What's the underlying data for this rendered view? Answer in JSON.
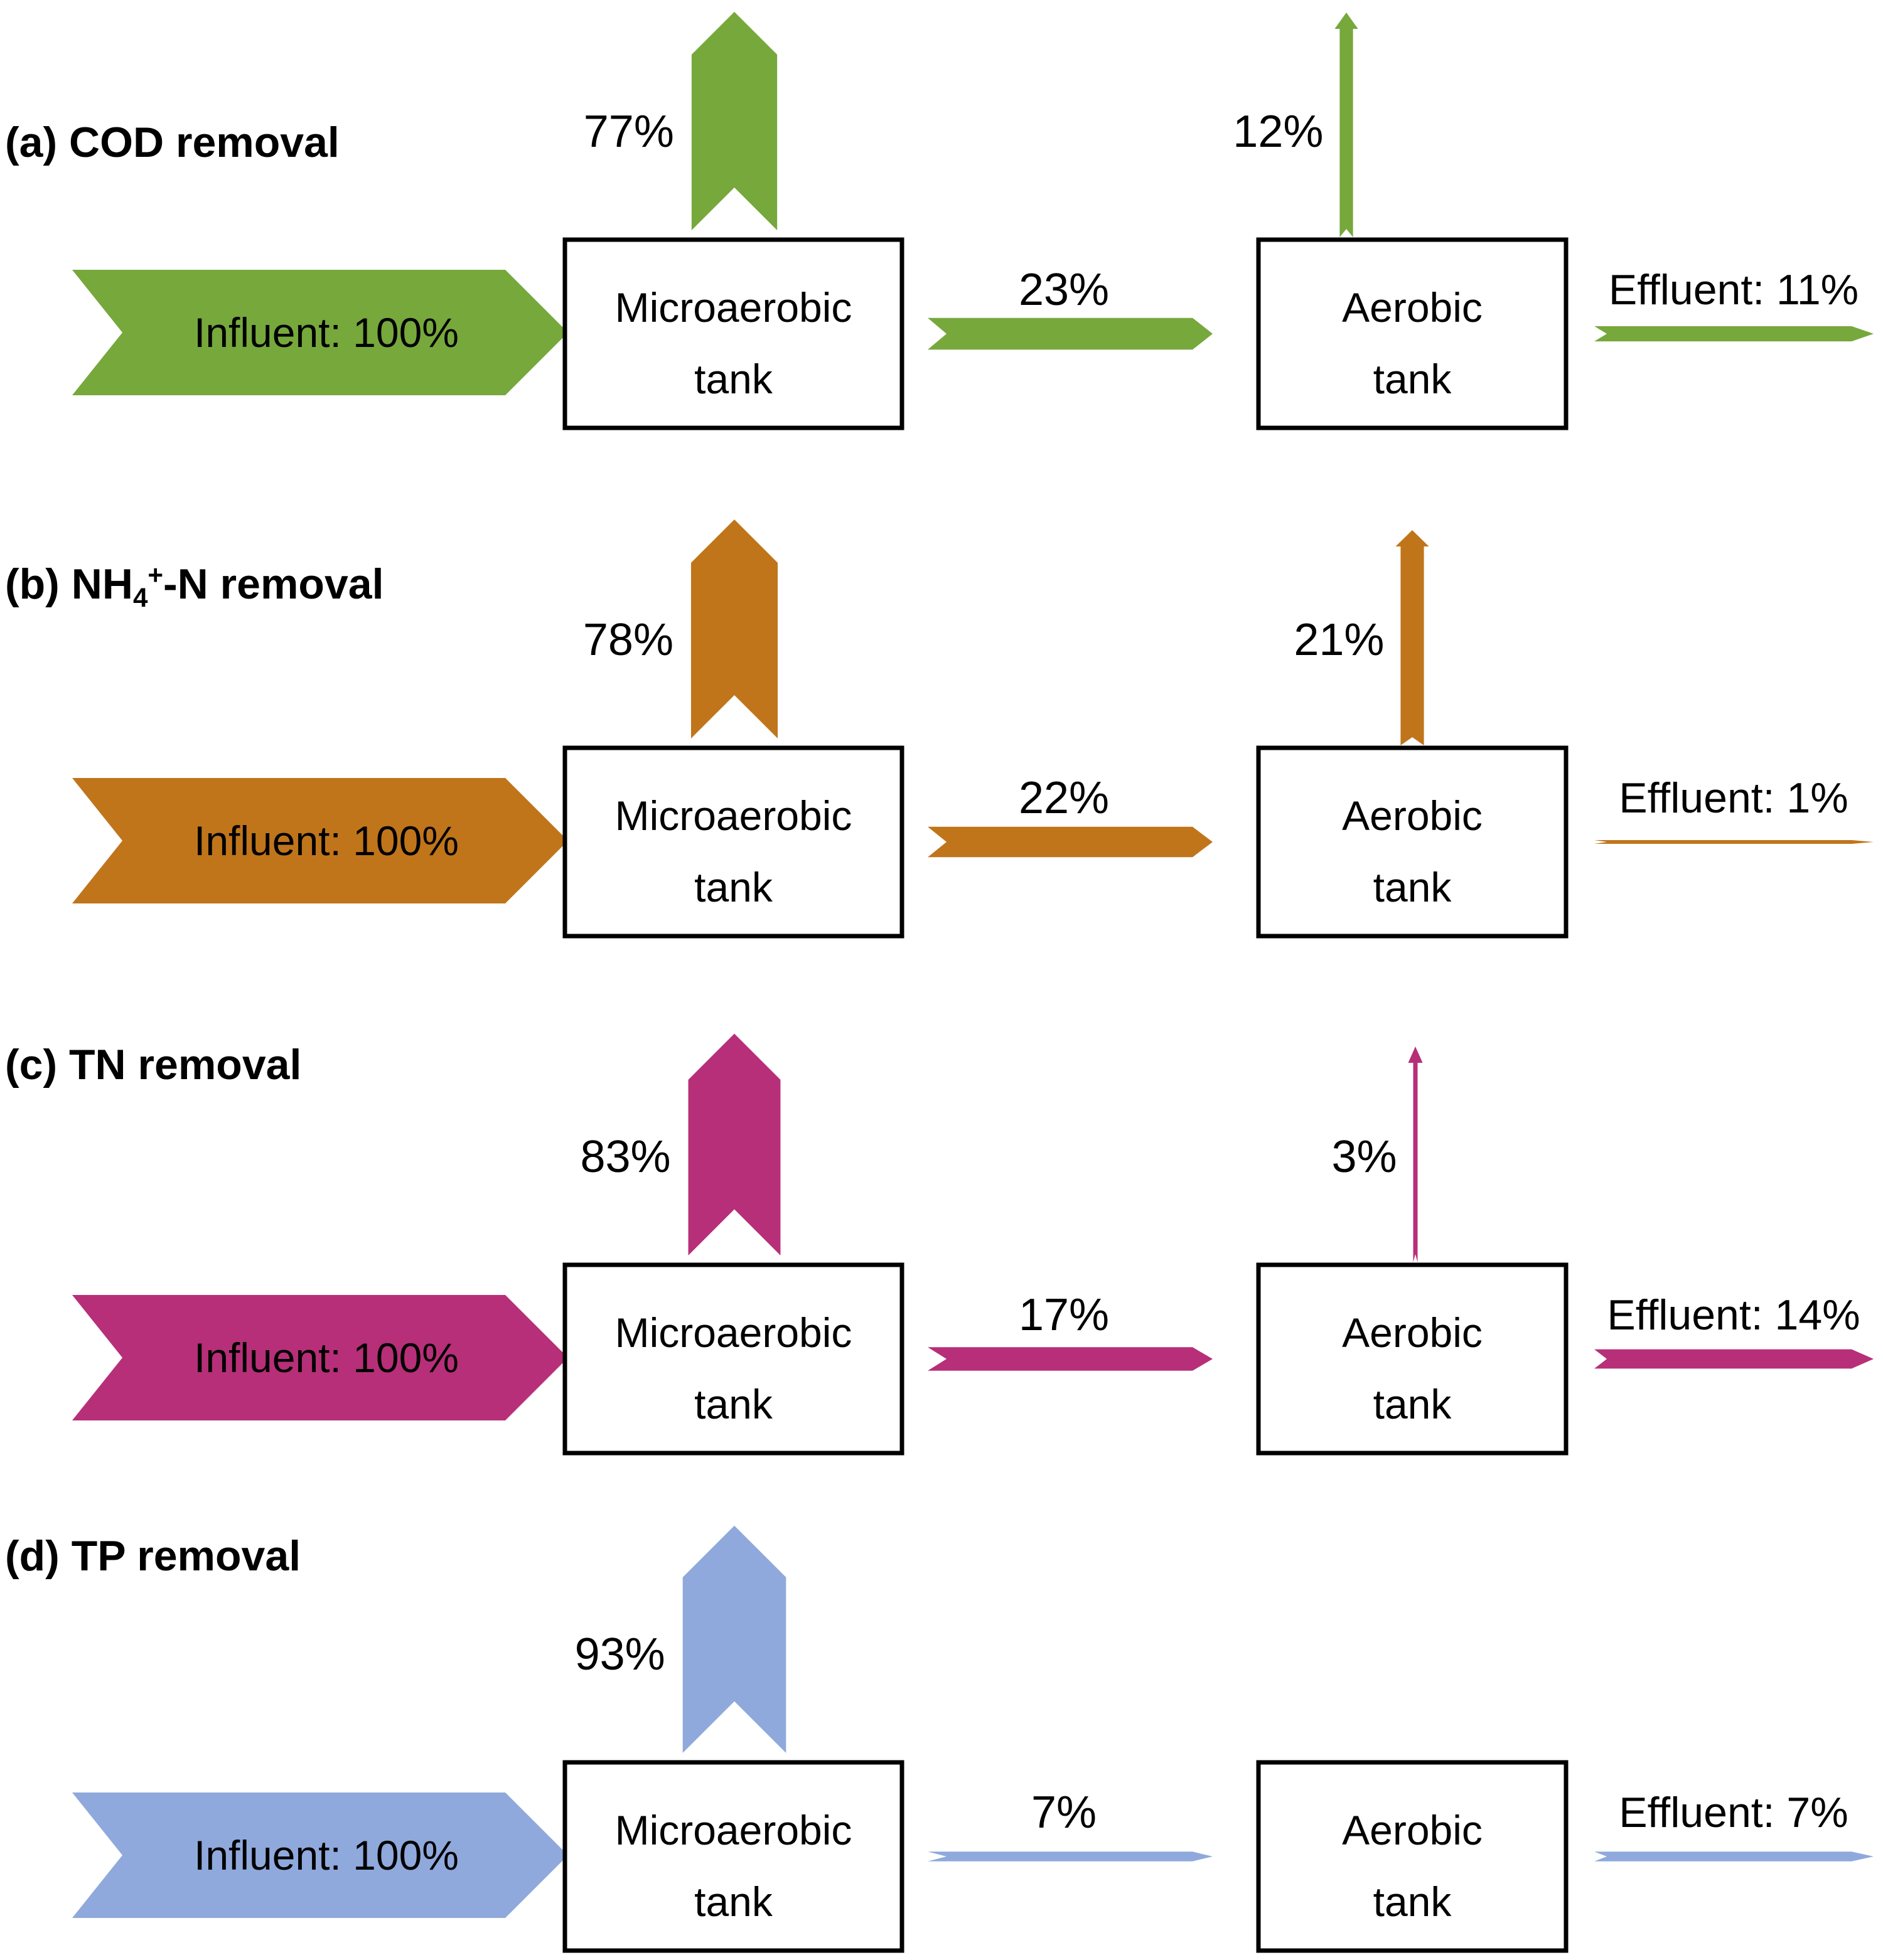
{
  "figure": {
    "background_color": "#ffffff",
    "box_border_color": "#000000",
    "text_color": "#000000",
    "tank_labels": {
      "microaerobic_line1": "Microaerobic",
      "microaerobic_line2": "tank",
      "aerobic_line1": "Aerobic",
      "aerobic_line2": "tank"
    },
    "panels": [
      {
        "id": "a",
        "title_segments": [
          {
            "text": "(a) COD removal",
            "style": "normal"
          }
        ],
        "accent_color": "#76A83C",
        "influent": {
          "label": "Influent: 100%",
          "pct": 100
        },
        "microaerobic_removal": {
          "label": "77%",
          "pct": 77
        },
        "to_aerobic": {
          "label": "23%",
          "pct": 23
        },
        "aerobic_removal": {
          "label": "12%",
          "pct": 12
        },
        "effluent": {
          "label": "Effluent: 11%",
          "pct": 11
        }
      },
      {
        "id": "b",
        "title_segments": [
          {
            "text": "(b) NH",
            "style": "normal"
          },
          {
            "text": "4",
            "style": "sub"
          },
          {
            "text": "+",
            "style": "sup"
          },
          {
            "text": "-N removal",
            "style": "normal"
          }
        ],
        "accent_color": "#C0751B",
        "influent": {
          "label": "Influent: 100%",
          "pct": 100
        },
        "microaerobic_removal": {
          "label": "78%",
          "pct": 78
        },
        "to_aerobic": {
          "label": "22%",
          "pct": 22
        },
        "aerobic_removal": {
          "label": "21%",
          "pct": 21
        },
        "effluent": {
          "label": "Effluent: 1%",
          "pct": 1
        }
      },
      {
        "id": "c",
        "title_segments": [
          {
            "text": "(c) TN removal",
            "style": "normal"
          }
        ],
        "accent_color": "#B72F78",
        "influent": {
          "label": "Influent: 100%",
          "pct": 100
        },
        "microaerobic_removal": {
          "label": "83%",
          "pct": 83
        },
        "to_aerobic": {
          "label": "17%",
          "pct": 17
        },
        "aerobic_removal": {
          "label": "3%",
          "pct": 3
        },
        "effluent": {
          "label": "Effluent: 14%",
          "pct": 14
        }
      },
      {
        "id": "d",
        "title_segments": [
          {
            "text": "(d) TP removal",
            "style": "normal"
          }
        ],
        "accent_color": "#8FA9DC",
        "influent": {
          "label": "Influent: 100%",
          "pct": 100
        },
        "microaerobic_removal": {
          "label": "93%",
          "pct": 93
        },
        "to_aerobic": {
          "label": "7%",
          "pct": 7
        },
        "aerobic_removal": null,
        "effluent": {
          "label": "Effluent: 7%",
          "pct": 7
        }
      }
    ]
  }
}
